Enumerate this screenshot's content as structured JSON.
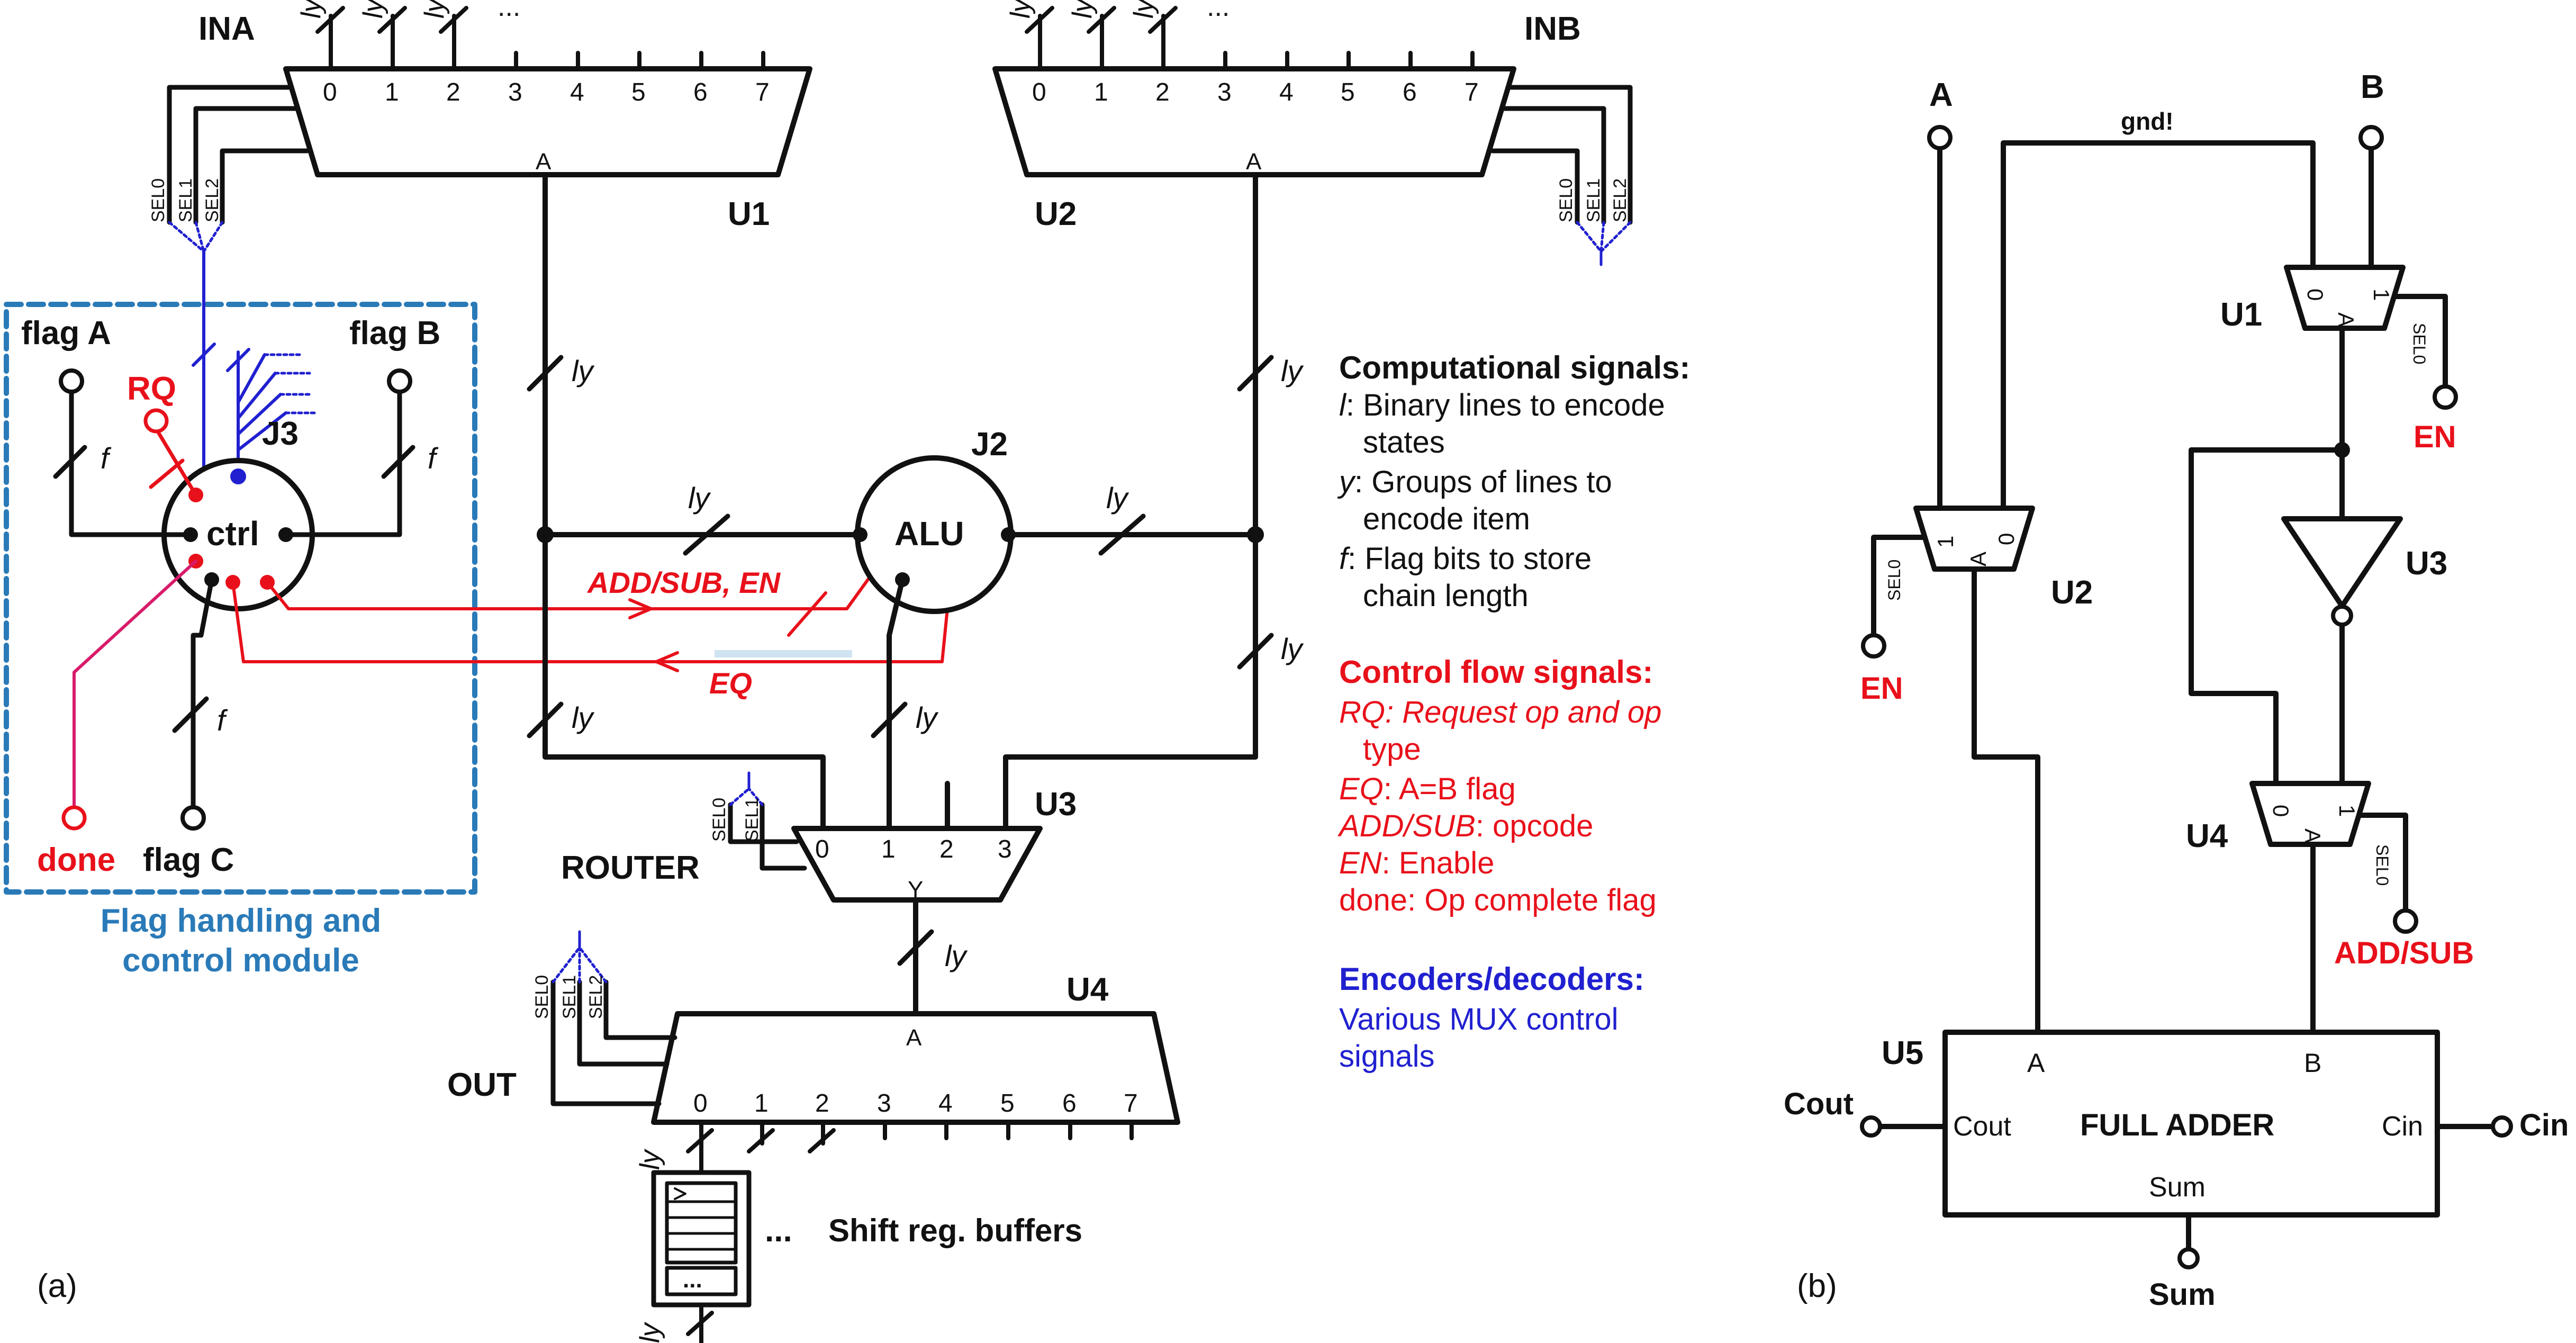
{
  "panel_a": {
    "label": "(a)",
    "mux_u1": {
      "name": "U1",
      "input_label": "INA",
      "output_pin": "A",
      "pins": [
        "0",
        "1",
        "2",
        "3",
        "4",
        "5",
        "6",
        "7"
      ],
      "sel": [
        "SEL0",
        "SEL1",
        "SEL2"
      ]
    },
    "mux_u2": {
      "name": "U2",
      "input_label": "INB",
      "output_pin": "A",
      "pins": [
        "0",
        "1",
        "2",
        "3",
        "4",
        "5",
        "6",
        "7"
      ],
      "sel": [
        "SEL0",
        "SEL1",
        "SEL2"
      ]
    },
    "bus_top_labels": {
      "a": "ly",
      "b": "ly",
      "c": "ly",
      "dots": "..."
    },
    "bus_label": "ly",
    "flag_bits_label": "f",
    "j2": {
      "name": "J2",
      "text": "ALU"
    },
    "j3": {
      "name": "J3",
      "text": "ctrl"
    },
    "flag_a": "flag A",
    "flag_b": "flag B",
    "flag_c": "flag C",
    "rq": "RQ",
    "done": "done",
    "add_sub_en": "ADD/SUB, EN",
    "eq": "EQ",
    "module_title": [
      "Flag handling and",
      "control module"
    ],
    "router": {
      "name": "U3",
      "label": "ROUTER",
      "pins": [
        "0",
        "1",
        "2",
        "3"
      ],
      "output_pin": "Y",
      "sel": [
        "SEL0",
        "SEL1"
      ]
    },
    "demux_u4": {
      "name": "U4",
      "label": "OUT",
      "input_pin": "A",
      "pins": [
        "0",
        "1",
        "2",
        "3",
        "4",
        "5",
        "6",
        "7"
      ],
      "sel": [
        "SEL0",
        "SEL1",
        "SEL2"
      ]
    },
    "shift_label": "Shift reg. buffers",
    "shift_dots": "...",
    "shift_inner_dots": "...",
    "legend": {
      "computational_title": "Computational signals:",
      "l_key": "l",
      "l_text": ": Binary lines to encode",
      "l_text2": "states",
      "y_key": "y",
      "y_text": ": Groups of lines to",
      "y_text2": "encode item",
      "f_key": "f",
      "f_text": ": Flag bits to store",
      "f_text2": "chain length",
      "control_title": "Control flow signals:",
      "rq_line1": "RQ: Request op and op",
      "rq_line2": "type",
      "eq_key": "EQ",
      "eq_text": ": A=B flag",
      "addsub_key": "ADD/SUB",
      "addsub_text": ": opcode",
      "en_key": "EN",
      "en_text": ": Enable",
      "done_line": "done: Op complete flag",
      "enc_title": "Encoders/decoders:",
      "enc_line1": "Various MUX control",
      "enc_line2": "signals"
    }
  },
  "panel_b": {
    "label": "(b)",
    "in_a": "A",
    "in_b": "B",
    "gnd": "gnd!",
    "u1": {
      "name": "U1",
      "pin0": "0",
      "pin1": "1",
      "out": "A",
      "sel": "SEL0",
      "ctrl": "EN"
    },
    "u2": {
      "name": "U2",
      "pin0": "0",
      "pin1": "1",
      "out": "A",
      "sel": "SEL0",
      "ctrl": "EN"
    },
    "u3": {
      "name": "U3"
    },
    "u4": {
      "name": "U4",
      "pin0": "0",
      "pin1": "1",
      "out": "A",
      "sel": "SEL0",
      "ctrl": "ADD/SUB"
    },
    "u5": {
      "name": "U5",
      "title": "FULL ADDER",
      "pin_a": "A",
      "pin_b": "B",
      "pin_cout": "Cout",
      "pin_cin": "Cin",
      "pin_sum": "Sum"
    },
    "ext_cout": "Cout",
    "ext_cin": "Cin",
    "ext_sum": "Sum"
  },
  "colors": {
    "wire": "#111111",
    "control": "#e8101a",
    "encoder": "#2020d0",
    "module_box": "#2a7ab8",
    "done_wire": "#d81b6a",
    "eq_highlight": "#cfe3f0"
  }
}
